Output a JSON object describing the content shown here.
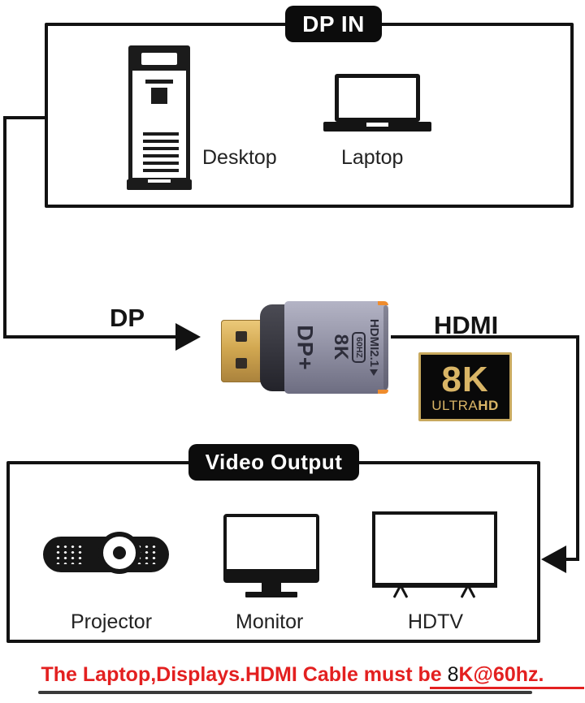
{
  "dp_in": {
    "badge": "DP IN",
    "desktop_label": "Desktop",
    "laptop_label": "Laptop"
  },
  "middle": {
    "dp_label": "DP",
    "hdmi_label": "HDMI",
    "adapter": {
      "side_label": "DP+",
      "res_label": "8K",
      "hz_label": "60HZ",
      "spec_label": "HDMI2.1"
    },
    "logo_8k": {
      "resolution": "8K",
      "ultra": "ULTRA",
      "hd": "HD"
    }
  },
  "video_output": {
    "badge": "Video Output",
    "projector_label": "Projector",
    "monitor_label": "Monitor",
    "hdtv_label": "HDTV"
  },
  "caption": {
    "prefix": "The Laptop,Displays.HDMI Cable must be ",
    "highlight": "8",
    "suffix": "K@60hz."
  },
  "colors": {
    "line_black": "#121212",
    "caption_red": "#e32020",
    "logo_gold": "#d9b566",
    "adapter_orange": "#ef8c2d",
    "adapter_body_gray": "#9595a8",
    "plug_gold": "#d2a851"
  }
}
